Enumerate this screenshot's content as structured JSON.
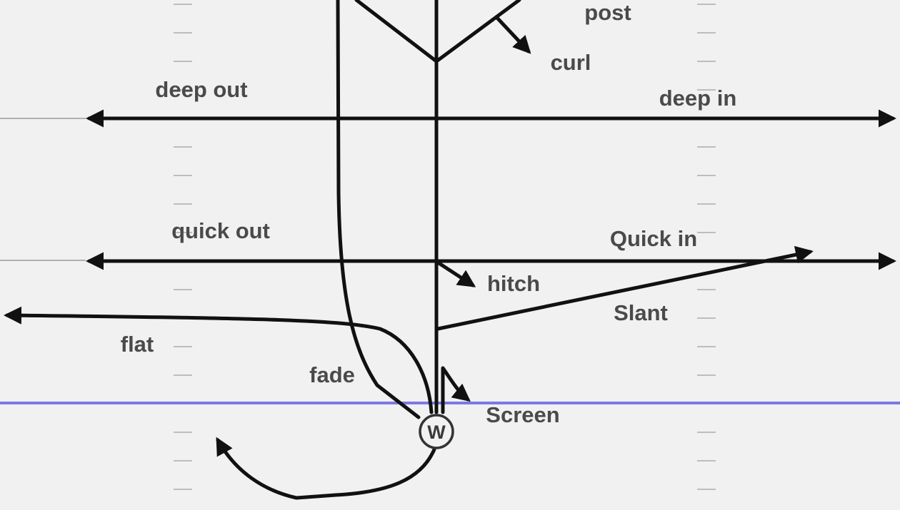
{
  "diagram": {
    "receiver": "W",
    "routes": {
      "post": "post",
      "curl": "curl",
      "deep_out": "deep out",
      "deep_in": "deep in",
      "quick_out": "quick out",
      "quick_in": "Quick in",
      "hitch": "hitch",
      "slant": "Slant",
      "flat": "flat",
      "fade": "fade",
      "screen": "Screen"
    },
    "colors": {
      "background": "#f1f1f1",
      "route_line": "#111111",
      "scrimmage_line": "#7b78e6",
      "hash_marks": "#bdbdbd",
      "label_text": "#4a4a4a"
    }
  }
}
